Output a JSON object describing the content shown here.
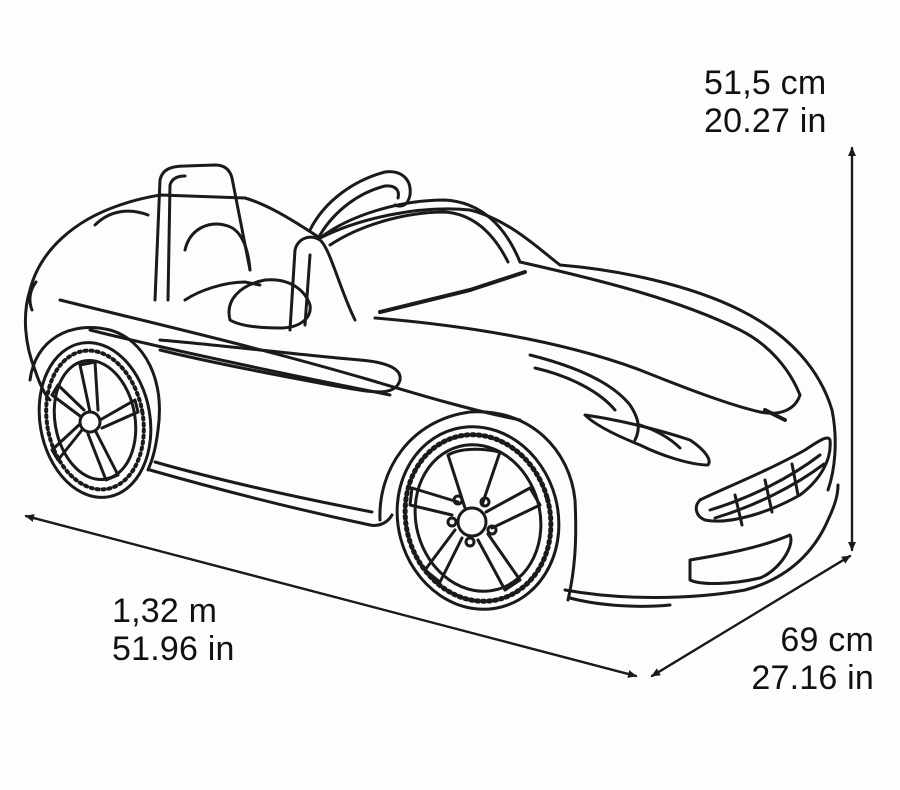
{
  "diagram": {
    "subject": "ride-on sports car line drawing",
    "stroke_color": "#1a1a1a",
    "background": "#fdfdfd"
  },
  "dimensions": {
    "height": {
      "metric": "51,5 cm",
      "imperial": "20.27 in"
    },
    "length": {
      "metric": "1,32 m",
      "imperial": "51.96 in"
    },
    "width": {
      "metric": "69 cm",
      "imperial": "27.16 in"
    }
  }
}
